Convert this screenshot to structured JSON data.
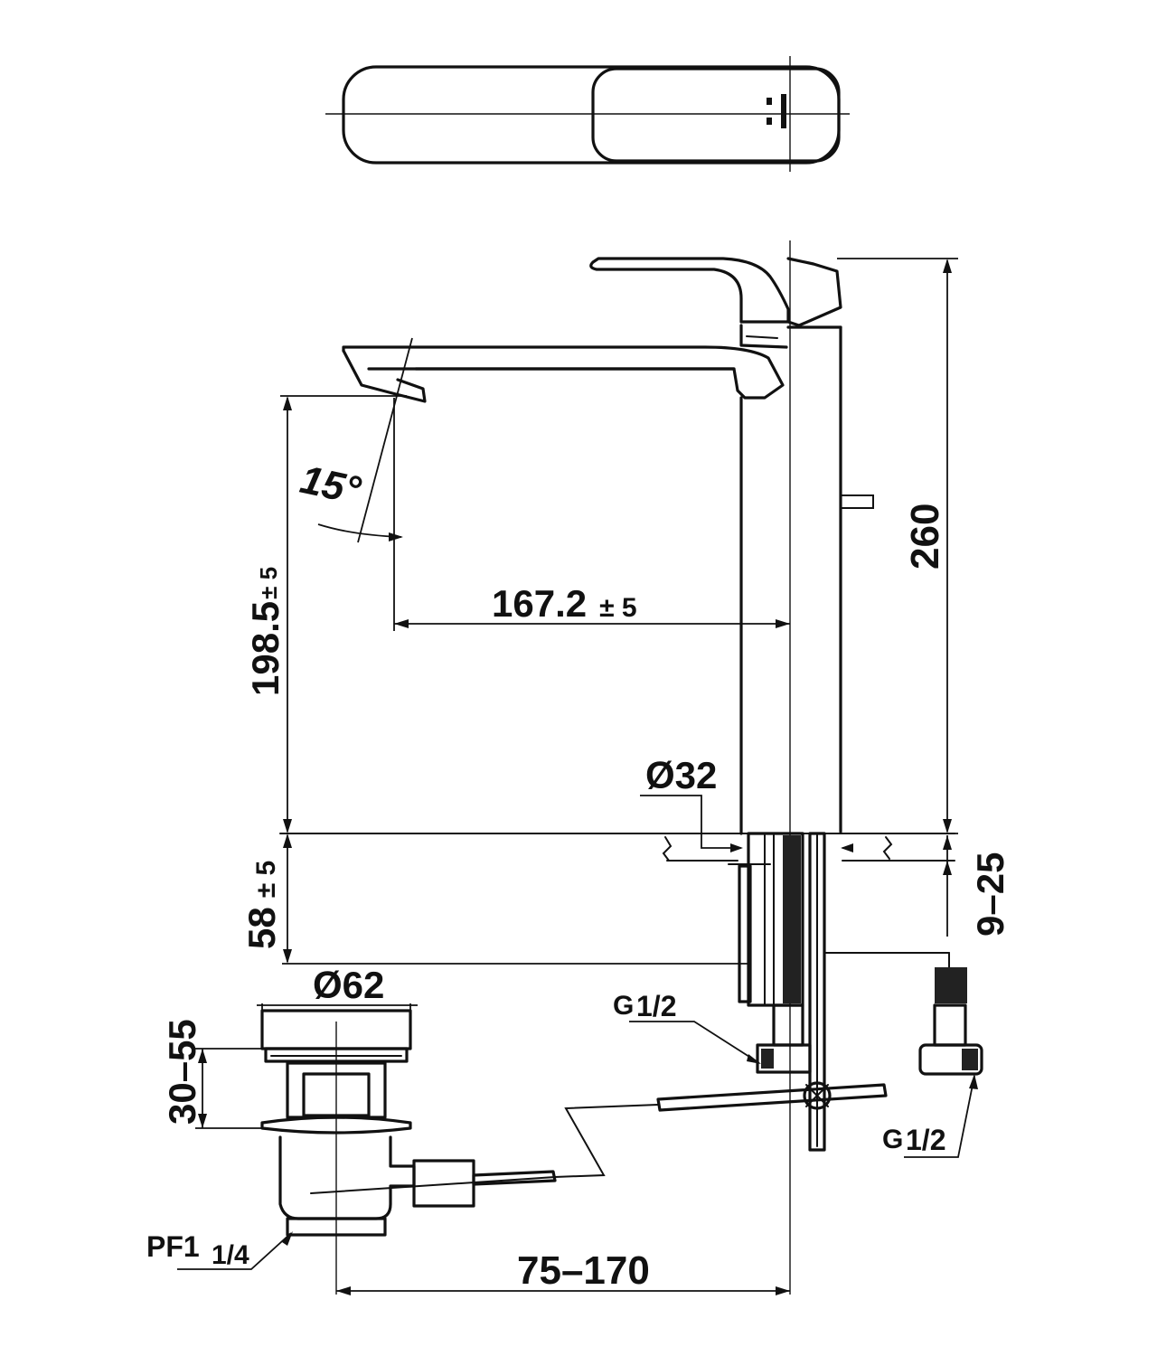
{
  "dimensions": {
    "spout_height": "198.5",
    "spout_height_tol": "± 5",
    "spout_reach": "167.2",
    "spout_reach_tol": "± 5",
    "total_height": "260",
    "spout_angle": "15°",
    "body_diameter": "Ø32",
    "shank_length": "58",
    "shank_length_tol": "± 5",
    "deck_thickness": "9–25",
    "drain_diameter": "Ø62",
    "drain_height": "30–55",
    "drain_thread": "PF1",
    "drain_thread_frac": "1/4",
    "supply_thread_left": "G",
    "supply_thread_left_frac": "1/2",
    "supply_thread_right": "G",
    "supply_thread_right_frac": "1/2",
    "drain_offset": "75–170"
  },
  "colors": {
    "line": "#111111",
    "background": "#ffffff"
  }
}
